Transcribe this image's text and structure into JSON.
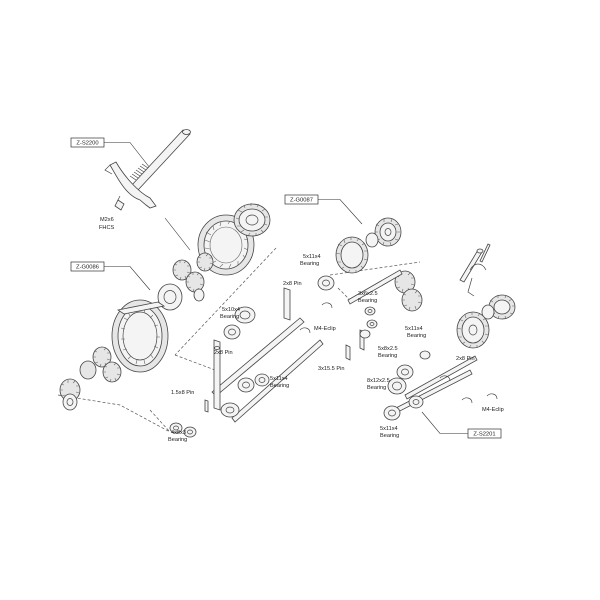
{
  "part_numbers": {
    "z_s2200": "Z-S2200",
    "z_g0086": "Z-G0086",
    "z_g0087": "Z-G0087",
    "z_s2201": "Z-S2201"
  },
  "labels": {
    "m2x6_fhcs": [
      "M2x6",
      "FHCS"
    ],
    "pin_2x8_top": "2x8 Pin",
    "bearing_5x11x4_top": [
      "5x11x4",
      "Bearing"
    ],
    "bearing_5x10x4": [
      "5x10x4",
      "Bearing"
    ],
    "m4_eclip_left": "M4-Eclip",
    "bearing_3x6x2_5": [
      "3x6x2.5",
      "Bearing"
    ],
    "pin_2x8_mid": "2x8 Pin",
    "bearing_5x11x4_mid": [
      "5x11x4",
      "Bearing"
    ],
    "pin_3x15_5": "3x15.5 Pin",
    "pin_1_5x8": "1.5x8 Pin",
    "bearing_4x8x3": [
      "4x8x3",
      "Bearing"
    ],
    "bearing_5x11x4_right": [
      "5x11x4",
      "Bearing"
    ],
    "bearing_5x8x2_5": [
      "5x8x2.5",
      "Bearing"
    ],
    "pin_2x8_right": "2x8 Pin",
    "bearing_8x12x2_5": [
      "8x12x2.5",
      "Bearing"
    ],
    "m4_eclip_right": "M4-Eclip",
    "bearing_5x11x4_bottom": [
      "5x11x4",
      "Bearing"
    ]
  }
}
